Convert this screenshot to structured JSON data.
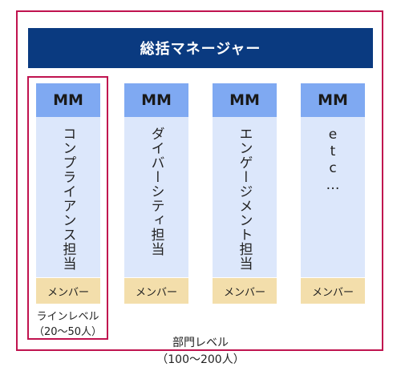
{
  "manager": {
    "title": "総括マネージャー"
  },
  "columns": [
    {
      "mm": "MM",
      "role": "コンプライアンス担当",
      "member": "メンバー"
    },
    {
      "mm": "MM",
      "role": "ダイバーシティ担当",
      "member": "メンバー"
    },
    {
      "mm": "MM",
      "role": "エンゲージメント担当",
      "member": "メンバー"
    },
    {
      "mm": "MM",
      "role": "etc…",
      "member": "メンバー"
    }
  ],
  "line_level": {
    "label": "ラインレベル",
    "range": "（20～50人）"
  },
  "department_level": {
    "label": "部門レベル",
    "range": "（100～200人）"
  },
  "colors": {
    "frame": "#c0134f",
    "manager_bg": "#0a3a80",
    "mm_bg": "#7fa9f2",
    "role_bg": "#dce7fb",
    "member_bg": "#f3deab"
  }
}
